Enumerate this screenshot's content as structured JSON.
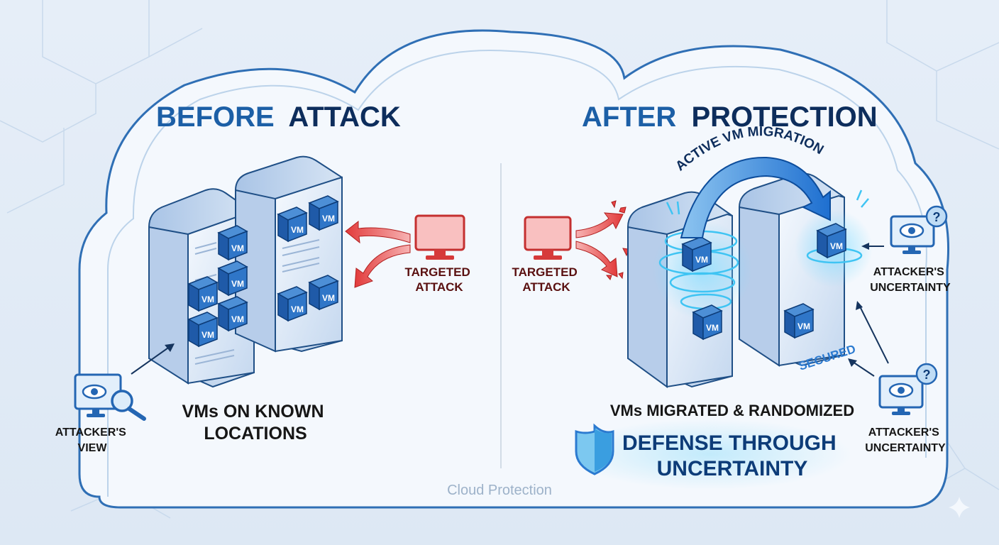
{
  "before": {
    "title_part1": "BEFORE",
    "title_part2": "ATTACK",
    "attack_label": [
      "TARGETED",
      "ATTACK"
    ],
    "observer_label": [
      "ATTACKER'S",
      "VIEW"
    ],
    "caption": [
      "VMs ON KNOWN",
      "LOCATIONS"
    ],
    "vm_label": "VM"
  },
  "after": {
    "title_part1": "AFTER",
    "title_part2": "PROTECTION",
    "migration_label": "ACTIVE VM MIGRATION",
    "attack_label": [
      "TARGETED",
      "ATTACK"
    ],
    "secured_label": "SECURED",
    "observer_top_label": [
      "ATTACKER'S",
      "UNCERTAINTY"
    ],
    "observer_bottom_label": [
      "ATTACKER'S",
      "UNCERTAINTY"
    ],
    "caption": "VMs MIGRATED & RANDOMIZED",
    "defense_label": [
      "DEFENSE THROUGH",
      "UNCERTAINTY"
    ],
    "vm_label": "VM"
  },
  "footer": {
    "cloud_caption": "Cloud Protection"
  },
  "icons": {
    "question_mark": "?"
  },
  "colors": {
    "accent_blue": "#1c5fa6",
    "dark_navy": "#0d2d5c",
    "attack_red": "#e23b3b",
    "glow_cyan": "#39c6f2"
  }
}
